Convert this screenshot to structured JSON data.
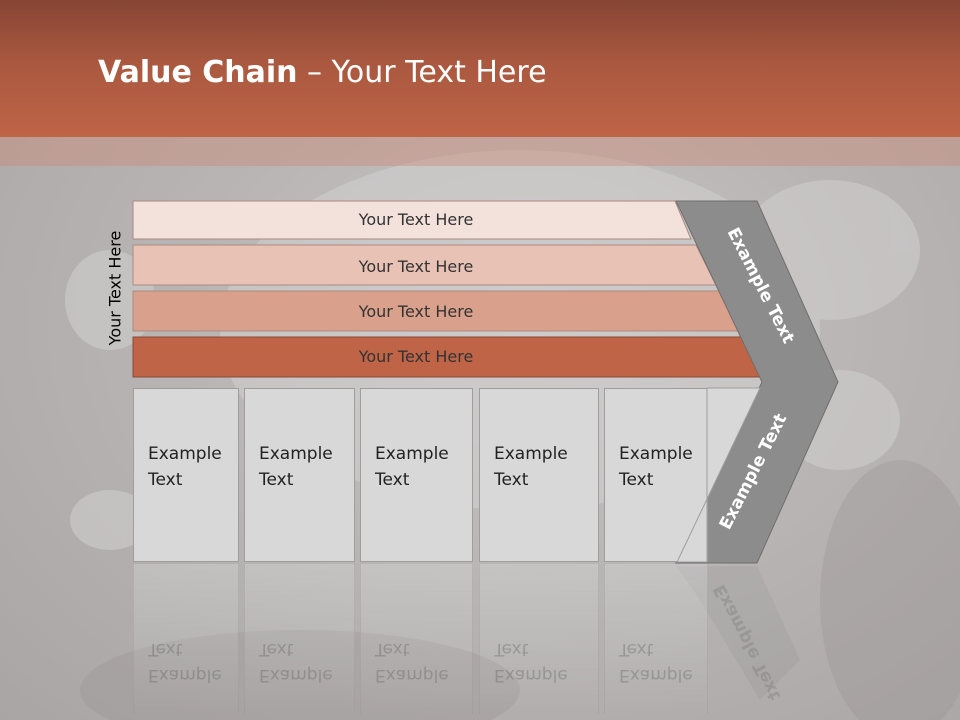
{
  "title": {
    "bold": "Value Chain",
    "rest": " – Your Text Here"
  },
  "side_label": "Your Text Here",
  "bars": [
    {
      "label": "Your Text Here",
      "color": "#f3e2dc"
    },
    {
      "label": "Your Text Here",
      "color": "#e8c2b4"
    },
    {
      "label": "Your Text Here",
      "color": "#d9a08c"
    },
    {
      "label": "Your Text Here",
      "color": "#bf6447"
    }
  ],
  "boxes": [
    {
      "text": "Example\nText"
    },
    {
      "text": "Example\nText"
    },
    {
      "text": "Example\nText"
    },
    {
      "text": "Example\nText"
    },
    {
      "text": "Example\nText"
    }
  ],
  "arrow": {
    "upper_text": "Example Text",
    "lower_text": "Example Text"
  },
  "colors": {
    "header": "#bf6447",
    "arrow": "#8c8c8c",
    "box": "#d8d8d8"
  }
}
